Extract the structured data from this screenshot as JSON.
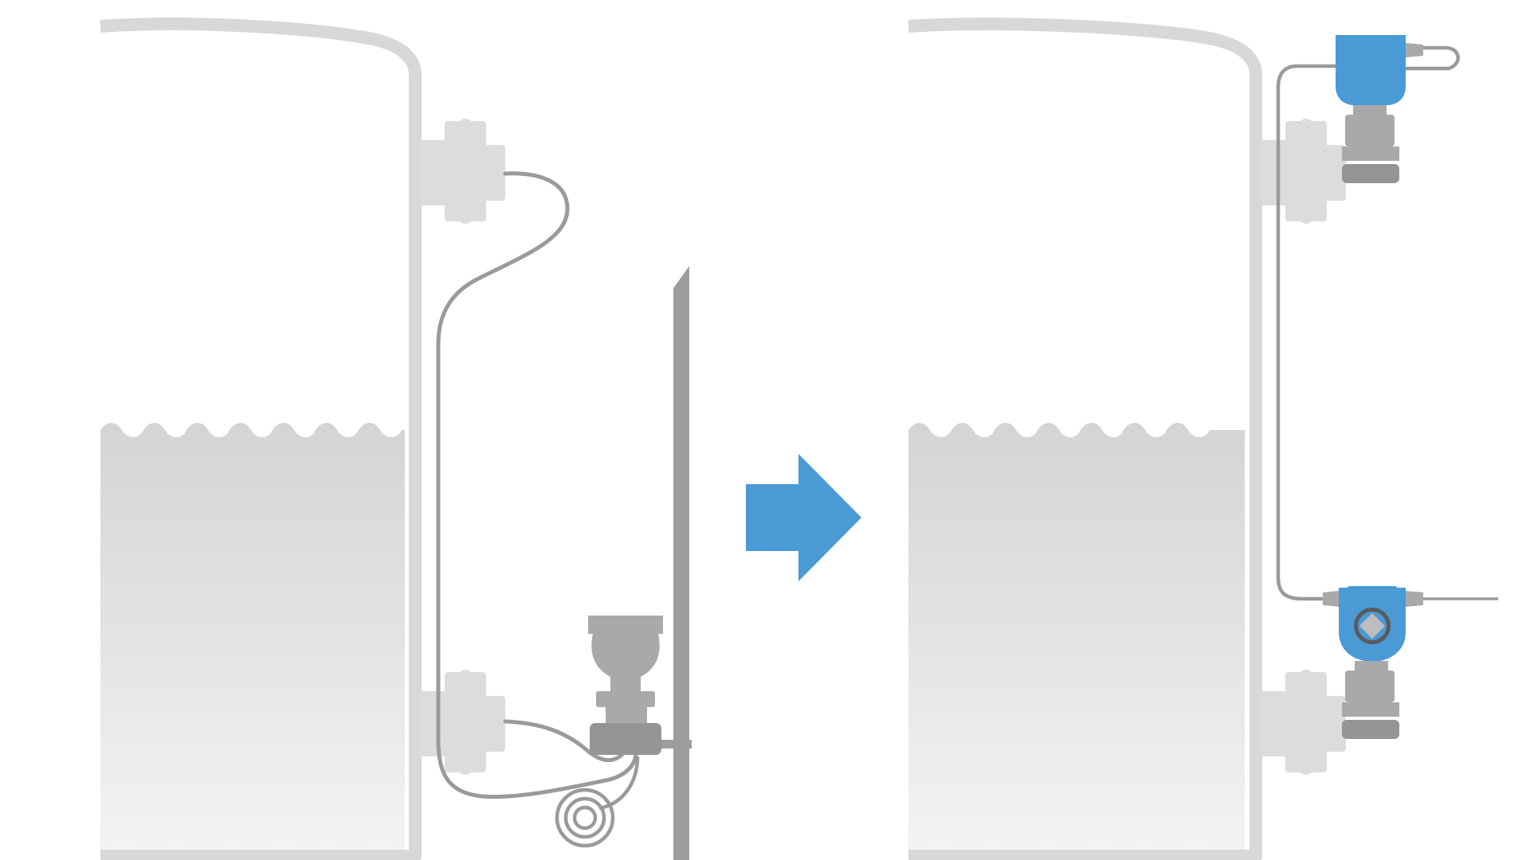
{
  "diagram": {
    "colors": {
      "tank_outline": "#d8d8da",
      "liquid_top": "#d4d4d6",
      "liquid_bottom": "#f4f4f6",
      "flange": "#dcdcde",
      "capillary": "#9a9a9c",
      "device_gray": "#a9a9ab",
      "device_dark": "#959597",
      "transmitter_blue": "#4a9ad6",
      "arrow_blue": "#4a9ad6",
      "support_pole": "#9d9d9f",
      "display_face": "#bdbdbf"
    },
    "panels": [
      {
        "name": "before",
        "device": "differential-pressure-transmitter-with-capillaries"
      },
      {
        "name": "after",
        "device": "two-electronic-transmitters"
      }
    ],
    "arrow": {
      "direction": "right"
    }
  }
}
